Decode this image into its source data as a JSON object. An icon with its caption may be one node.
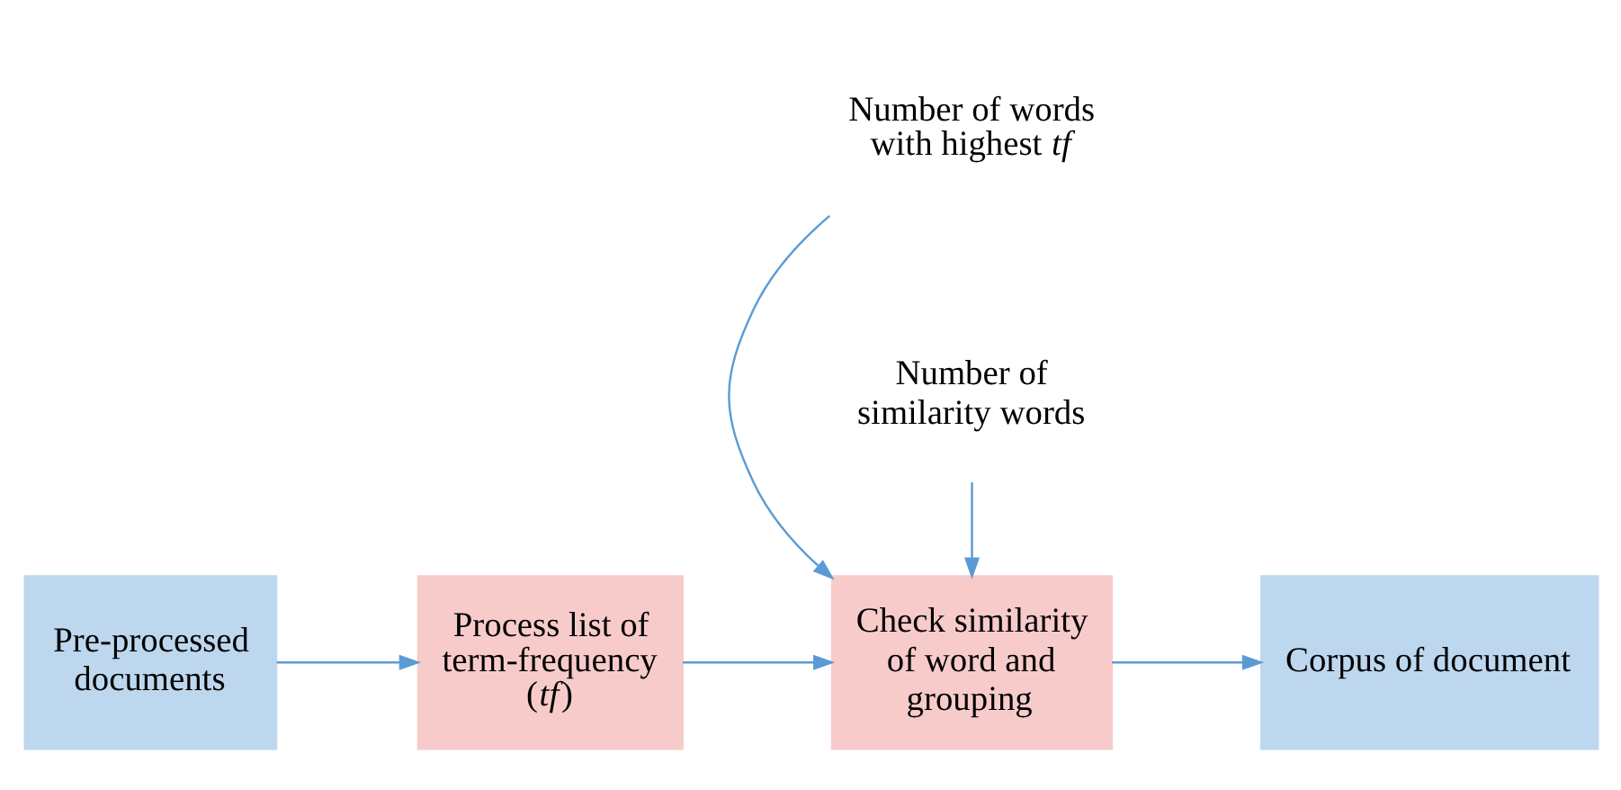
{
  "diagram": {
    "nodes": [
      {
        "text": [
          "Pre-processed documents"
        ]
      },
      {
        "text": [
          "Process list of term-frequency (*tf*)"
        ]
      },
      {
        "text": [
          "Check similarity of word and grouping"
        ]
      },
      {
        "text": [
          "Corpus of document"
        ]
      },
      {
        "text": [
          "Number of words with highest *tf*"
        ]
      },
      {
        "text": [
          "Number of similarity words"
        ]
      }
    ],
    "edges": [
      {
        "from": 0,
        "to": 1,
        "arrow": "to"
      },
      {
        "from": 1,
        "to": 2,
        "arrow": "to"
      },
      {
        "from": 2,
        "to": 3,
        "arrow": "to"
      },
      {
        "from": 4,
        "to": 2,
        "arrow": "to"
      },
      {
        "from": 5,
        "to": 2,
        "arrow": "to"
      }
    ]
  }
}
